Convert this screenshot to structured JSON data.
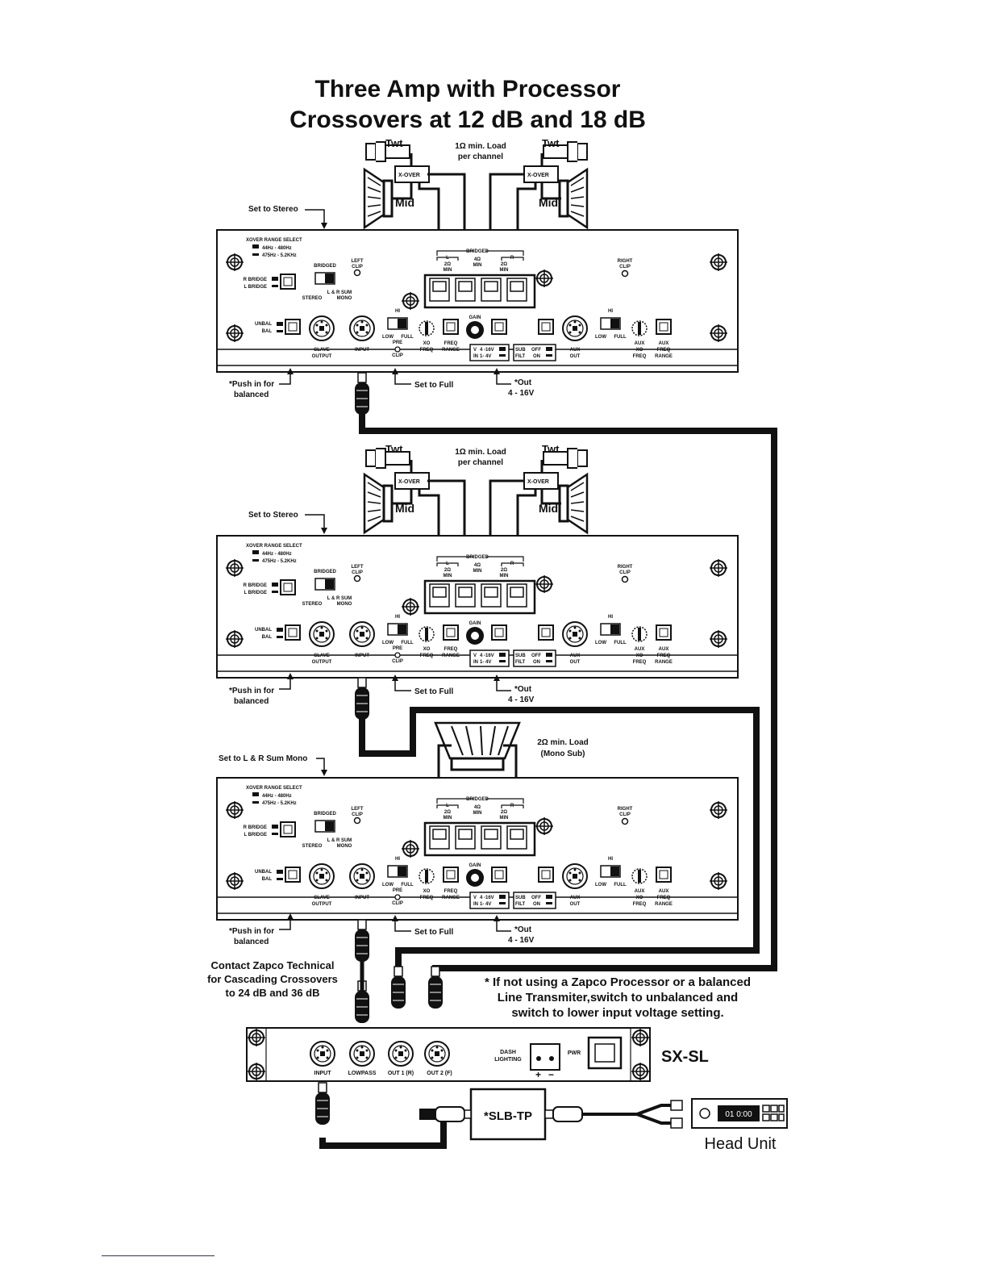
{
  "title": {
    "line1": "Three Amp with Processor",
    "line2": "Crossovers at 12 dB and 18 dB"
  },
  "speaker_labels": {
    "tweeter": "Twt",
    "mid": "Mid",
    "xover": "X-OVER",
    "load_line1": "1Ω min. Load",
    "load_line2": "per channel",
    "sub_load_line1": "2Ω min. Load",
    "sub_load_line2": "(Mono Sub)"
  },
  "amp_labels": {
    "xover_range_select": "XOVER RANGE SELECT",
    "range_low": "44Hz - 480Hz",
    "range_high": "475Hz - 5.2KHz",
    "bridged": "BRIDGED",
    "r_bridge": "R BRIDGE",
    "l_bridge": "L BRIDGE",
    "l_r_sum": "L & R SUM",
    "stereo": "STEREO",
    "mono": "MONO",
    "left_clip_1": "LEFT",
    "left_clip_2": "CLIP",
    "right_clip_1": "RIGHT",
    "right_clip_2": "CLIP",
    "term_l": "L",
    "term_r": "R",
    "term_2ohm": "2Ω",
    "term_4ohm": "4Ω",
    "term_min": "MIN",
    "unbal": "UNBAL",
    "bal": "BAL",
    "slave_1": "SLAVE",
    "slave_2": "OUTPUT",
    "input": "INPUT",
    "hi": "HI",
    "low": "LOW",
    "full": "FULL",
    "pre": "PRE",
    "clip": "CLIP",
    "xo": "XO",
    "freq": "FREQ",
    "range": "RANGE",
    "gain": "GAIN",
    "v": "V",
    "in": "IN",
    "v_high": "4 -16V",
    "v_low": "1- 4V",
    "sub": "SUB",
    "filt": "FILT",
    "off": "OFF",
    "on": "ON",
    "aux": "AUX",
    "out": "OUT"
  },
  "callouts": {
    "set_stereo": "Set to Stereo",
    "set_mono": "Set to L & R Sum Mono",
    "push_1": "*Push in for",
    "push_2": "balanced",
    "set_full": "Set to Full",
    "out_1": "*Out",
    "out_2": "4 - 16V"
  },
  "contact_note": [
    "Contact Zapco Technical",
    "for Cascading Crossovers",
    "to 24 dB and 36 dB"
  ],
  "processor_note": [
    "* If not using a Zapco Processor or a balanced",
    "Line Transmiter,switch to unbalanced and",
    "switch to lower input voltage setting."
  ],
  "processor": {
    "model": "SX-SL",
    "input": "INPUT",
    "lowpass": "LOWPASS",
    "out1": "OUT 1 (R)",
    "out2": "OUT 2 (F)",
    "dash_1": "DASH",
    "dash_2": "LIGHTING",
    "pwr": "PWR",
    "plus": "+",
    "minus": "−"
  },
  "transmitter": "*SLB-TP",
  "head_unit": {
    "label": "Head Unit",
    "display": "01 0:00"
  },
  "colors": {
    "line": "#111111",
    "panel": "#ffffff"
  }
}
